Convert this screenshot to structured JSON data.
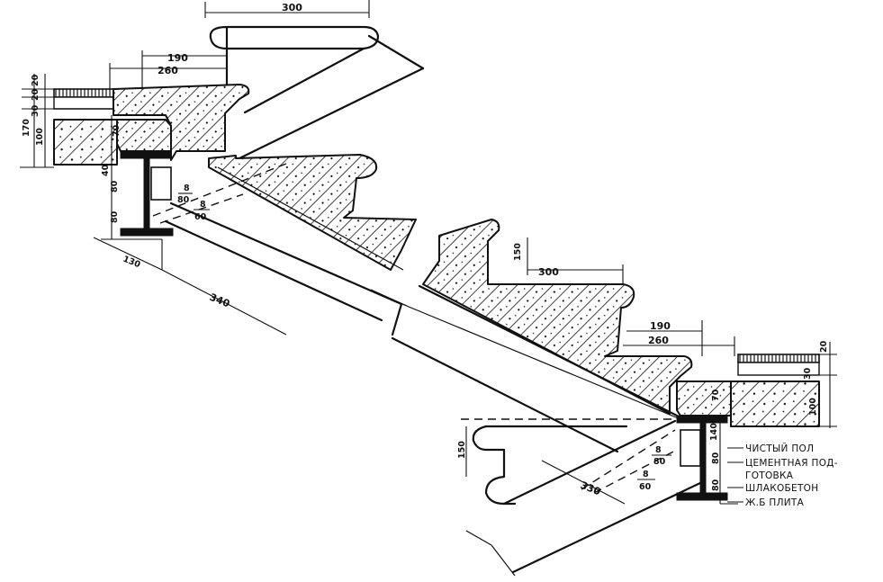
{
  "dimensions": {
    "top_tread": "300",
    "left_190": "190",
    "left_260": "260",
    "left_20a": "20",
    "left_20b": "20",
    "left_30": "30",
    "left_170": "170",
    "left_100": "100",
    "left_70": "70",
    "left_40": "40",
    "left_80a": "80",
    "left_80b": "80",
    "left_130": "130",
    "left_340": "340",
    "left_frac_num_a": "8",
    "left_frac_den_a": "80",
    "left_frac_num_b": "8",
    "left_frac_den_b": "60",
    "right_150a": "150",
    "right_300": "300",
    "right_190": "190",
    "right_260": "260",
    "right_20": "20",
    "right_30": "30",
    "right_100": "100",
    "right_70": "70",
    "right_140": "140",
    "right_80a": "80",
    "right_80b": "80",
    "right_150b": "150",
    "right_330": "330",
    "right_frac_num_a": "8",
    "right_frac_den_a": "80",
    "right_frac_num_b": "8",
    "right_frac_den_b": "60"
  },
  "legend": {
    "item1": "ЧИСТЫЙ ПОЛ",
    "item2a": "ЦЕМЕНТНАЯ ПОД-",
    "item2b": "ГОТОВКА",
    "item3": "ШЛАКОБЕТОН",
    "item4": "Ж.Б ПЛИТА"
  }
}
